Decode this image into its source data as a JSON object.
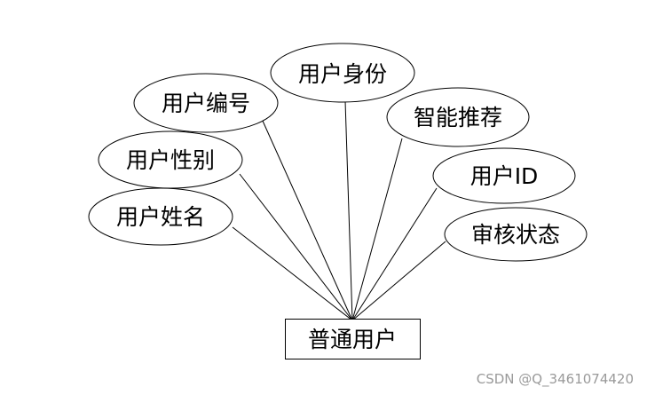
{
  "diagram": {
    "entity": {
      "label": "普通用户"
    },
    "attributes": [
      {
        "id": "user-identity",
        "label": "用户身份"
      },
      {
        "id": "user-number",
        "label": "用户编号"
      },
      {
        "id": "smart-recommend",
        "label": "智能推荐"
      },
      {
        "id": "user-gender",
        "label": "用户性别"
      },
      {
        "id": "user-id",
        "label": "用户ID"
      },
      {
        "id": "user-name",
        "label": "用户姓名"
      },
      {
        "id": "review-status",
        "label": "审核状态"
      }
    ]
  },
  "watermark": {
    "text": "CSDN @Q_3461074420"
  },
  "colors": {
    "stroke": "#000000",
    "background": "#ffffff",
    "watermark": "#9a9a9a"
  }
}
